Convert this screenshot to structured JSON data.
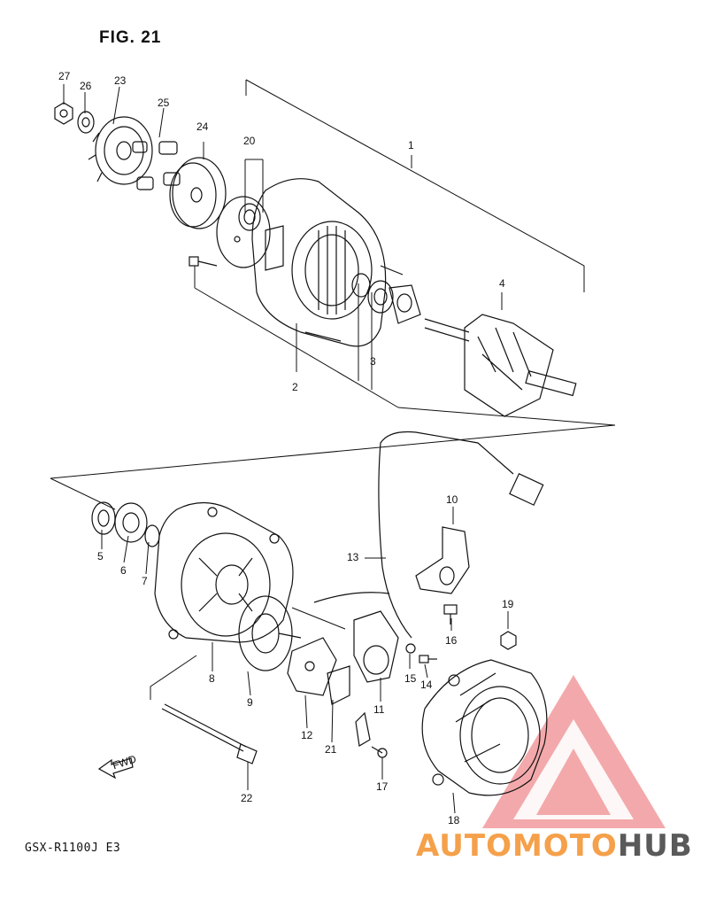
{
  "figure": {
    "title": "FIG. 21",
    "model": "GSX-R1100J  E3"
  },
  "fwd_label": "FWD",
  "watermark": {
    "part1": "AUTOMOTO",
    "part2": "HUB",
    "color_orange": "#f5a04a",
    "color_gray": "#5a5a5a",
    "color_red": "#e8464b"
  },
  "callouts": [
    "27",
    "26",
    "23",
    "25",
    "24",
    "20",
    "1",
    "4",
    "3",
    "2",
    "10",
    "13",
    "19",
    "16",
    "15",
    "14",
    "11",
    "5",
    "6",
    "7",
    "8",
    "9",
    "12",
    "21",
    "17",
    "22",
    "18"
  ]
}
